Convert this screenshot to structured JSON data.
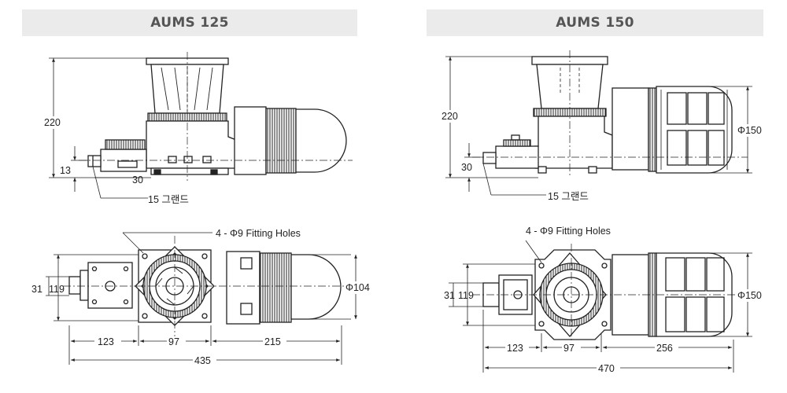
{
  "models": [
    {
      "title": "AUMS 125",
      "side_dims": {
        "height": "220",
        "offset": "13",
        "depth": "30",
        "gland": "15 그랜드"
      },
      "top_dims": {
        "holes": "4 - Φ9 Fitting Holes",
        "w1": "31",
        "w2": "119",
        "dia": "Φ104",
        "l1": "123",
        "l2": "97",
        "l3": "215",
        "total": "435"
      }
    },
    {
      "title": "AUMS 150",
      "side_dims": {
        "height": "220",
        "depth": "30",
        "gland": "15 그랜드",
        "dia": "Φ150"
      },
      "top_dims": {
        "holes": "4 - Φ9 Fitting Holes",
        "w1": "31",
        "w2": "119",
        "dia": "Φ150",
        "l1": "123",
        "l2": "97",
        "l3": "256",
        "total": "470"
      }
    }
  ]
}
